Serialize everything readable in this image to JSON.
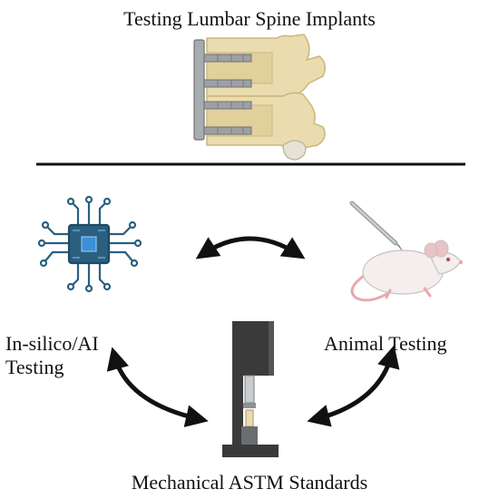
{
  "title": "Testing Lumbar Spine Implants",
  "labels": {
    "left_line1": "In-silico/AI",
    "left_line2": "Testing",
    "right": "Animal Testing",
    "bottom": "Mechanical ASTM Standards"
  },
  "icons": {
    "spine": "lumbar-spine-with-implant-icon",
    "chip": "ai-circuit-chip-icon",
    "scalpel": "scalpel-icon",
    "rat": "lab-rat-icon",
    "machine": "mechanical-testing-machine-icon",
    "arrows": "double-headed-curved-arrow-icon"
  },
  "colors": {
    "chip_dark": "#2a5f7f",
    "chip_accent": "#3d8fd6",
    "bone": "#eadcae",
    "bone_outline": "#c9b77c",
    "implant": "#a9acaf",
    "machine": "#3a3a3a",
    "rat_body": "#f4eeee",
    "rat_pink": "#e8a8ad",
    "line": "#111111"
  }
}
